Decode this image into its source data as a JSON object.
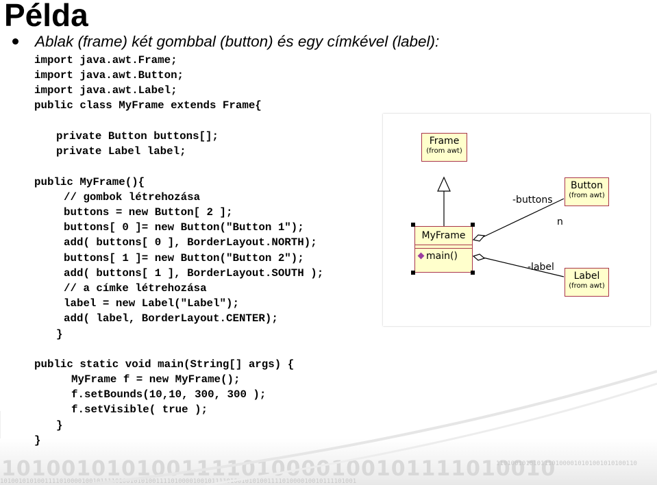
{
  "slide": {
    "title": "Példa",
    "subtitle": "Ablak (frame) két gombbal (button) és egy címkével (label):"
  },
  "code": {
    "lines": [
      "import java.awt.Frame;",
      "import java.awt.Button;",
      "import java.awt.Label;",
      "public class MyFrame extends Frame{",
      "private Button buttons[];",
      "private Label label;",
      "public MyFrame(){",
      "// gombok létrehozása",
      "buttons = new Button[ 2 ];",
      "buttons[ 0 ]= new Button(\"Button 1\");",
      "add( buttons[ 0 ], BorderLayout.NORTH);",
      "buttons[ 1 ]= new Button(\"Button 2\");",
      "add( buttons[ 1 ], BorderLayout.SOUTH );",
      "// a címke létrehozása",
      "label = new Label(\"Label\");",
      "add( label, BorderLayout.CENTER);",
      "}",
      "public static void main(String[] args) {",
      "MyFrame f = new MyFrame();",
      "f.setBounds(10,10, 300, 300 );",
      "f.setVisible( true );",
      "}",
      "}"
    ]
  },
  "diagram": {
    "frame_class": {
      "name": "Frame",
      "stereotype": "(from awt)"
    },
    "button_class": {
      "name": "Button",
      "stereotype": "(from awt)"
    },
    "label_class": {
      "name": "Label",
      "stereotype": "(from awt)"
    },
    "myframe_class": {
      "name": "MyFrame",
      "method": "main()"
    },
    "assoc_buttons_role": "-buttons",
    "assoc_buttons_multiplicity": "n",
    "assoc_label_role": "-label",
    "colors": {
      "box_fill": "#ffffcc",
      "box_border": "#a8344a",
      "line": "#000000",
      "method_icon": "#9b3fa0"
    }
  },
  "footer": {
    "binary_big": "1010010101001111010000100101111010010",
    "binary_small_top": "11010010101011101000010101001010100110",
    "binary_small_bottom": "101001010100111101000010010111101001010100111101000010010111101001010100111101000010010111101001"
  }
}
